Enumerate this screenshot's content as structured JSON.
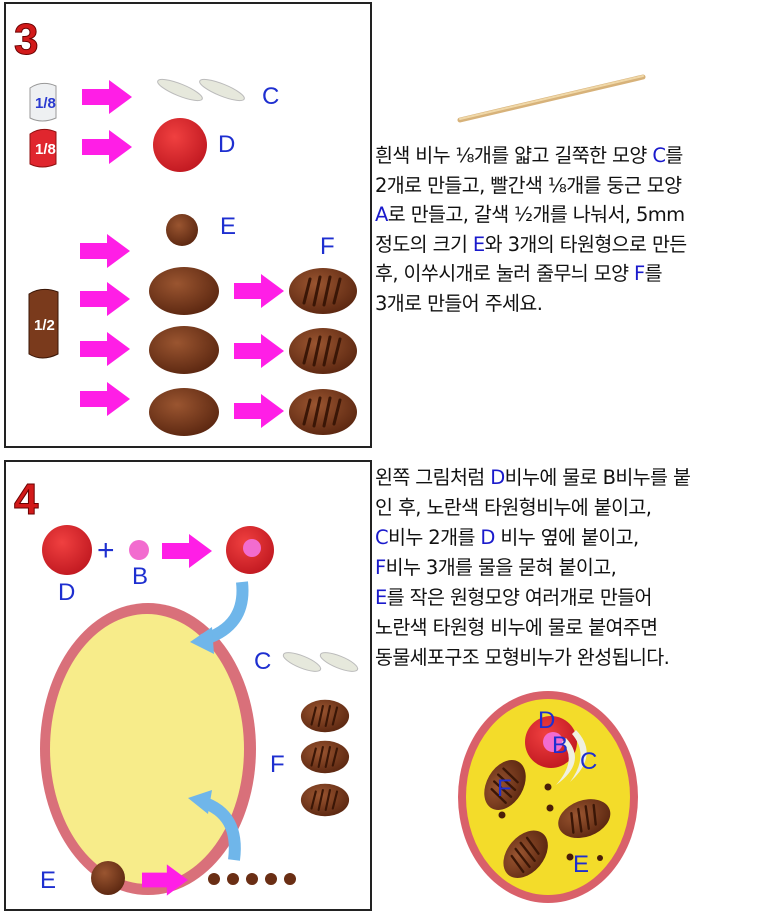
{
  "step3": {
    "number": "3",
    "soap_white_fraction": "1/8",
    "soap_red_fraction": "1/8",
    "soap_brown_fraction": "1/2",
    "labels": {
      "c": "C",
      "d": "D",
      "e": "E",
      "f": "F"
    },
    "description": [
      [
        {
          "t": "흰색 비누 ⅛개를 얇고 길쭉한 모양 "
        },
        {
          "t": "C",
          "hl": true
        },
        {
          "t": "를"
        }
      ],
      [
        {
          "t": "2개로 만들고, 빨간색 ⅛개를 둥근 모양"
        }
      ],
      [
        {
          "t": "A",
          "hl": true
        },
        {
          "t": "로 만들고, 갈색 ½개를 나눠서, 5mm"
        }
      ],
      [
        {
          "t": "정도의 크기 "
        },
        {
          "t": "E",
          "hl": true
        },
        {
          "t": "와 3개의 타원형으로 만든"
        }
      ],
      [
        {
          "t": "후, 이쑤시개로 눌러 줄무늬 모양 "
        },
        {
          "t": "F",
          "hl": true
        },
        {
          "t": "를"
        }
      ],
      [
        {
          "t": "3개로 만들어 주세요."
        }
      ]
    ]
  },
  "step4": {
    "number": "4",
    "labels": {
      "d": "D",
      "plus": "+",
      "b": "B",
      "c": "C",
      "f": "F",
      "e": "E"
    },
    "model_labels": {
      "d": "D",
      "b": "B",
      "c": "C",
      "f": "F",
      "e": "E"
    },
    "description": [
      [
        {
          "t": "왼쪽 그림처럼 "
        },
        {
          "t": "D",
          "hl": true
        },
        {
          "t": "비누에 물로 B비누를 붙"
        }
      ],
      [
        {
          "t": "인 후, 노란색 타원형비누에 붙이고,"
        }
      ],
      [
        {
          "t": "C",
          "hl": true
        },
        {
          "t": "비누 2개를 "
        },
        {
          "t": "D",
          "hl": true
        },
        {
          "t": " 비누 옆에 붙이고,"
        }
      ],
      [
        {
          "t": "F",
          "hl": true
        },
        {
          "t": "비누 3개를 물을 묻혀 붙이고,"
        }
      ],
      [
        {
          "t": "E",
          "hl": true
        },
        {
          "t": "를 작은 원형모양 여러개로 만들어"
        }
      ],
      [
        {
          "t": "노란색 타원형 비누에 물로 붙여주면"
        }
      ],
      [
        {
          "t": "동물세포구조 모형비누가 완성됩니다."
        }
      ]
    ]
  },
  "colors": {
    "arrow": "#ff1ee6",
    "highlight": "#1a1acc",
    "red_soap": "#e0262e",
    "brown_soap": "#7a3a1c",
    "yellow_soap": "#f7ec8a",
    "pink_border": "#d9707a"
  }
}
